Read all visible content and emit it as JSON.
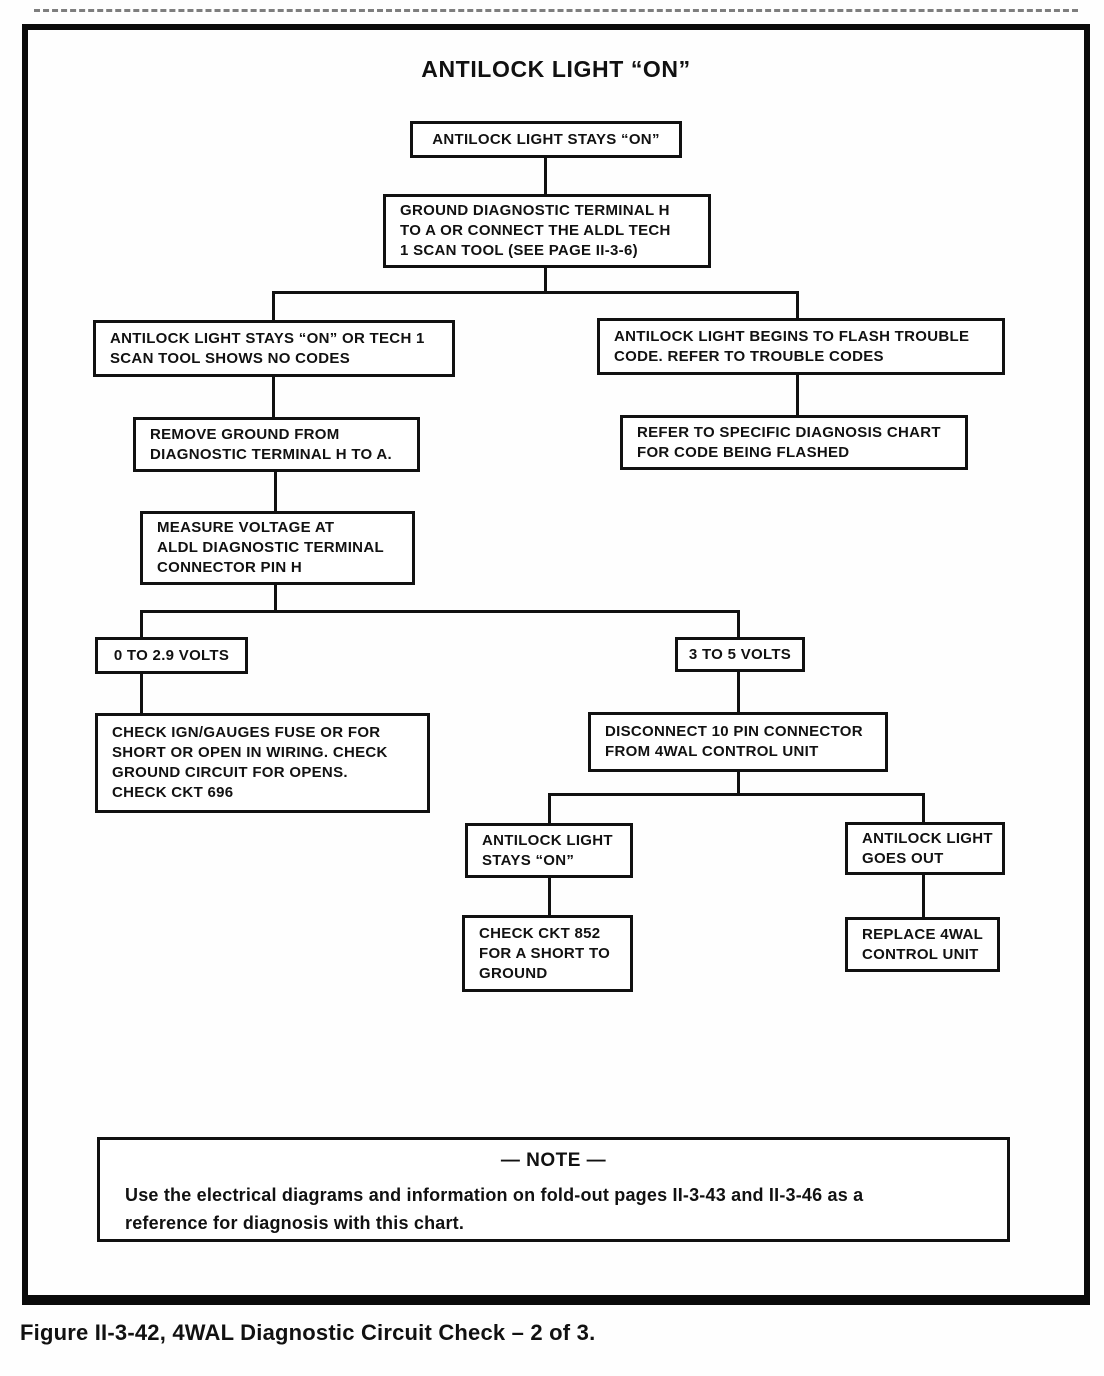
{
  "flow": {
    "title": "ANTILOCK LIGHT “ON”",
    "boxes": {
      "stays_on": "ANTILOCK LIGHT STAYS “ON”",
      "ground_terminal": "GROUND DIAGNOSTIC TERMINAL H\nTO A OR CONNECT THE ALDL TECH\n1 SCAN TOOL (SEE PAGE II-3-6)",
      "no_codes": "ANTILOCK LIGHT STAYS “ON” OR TECH 1\nSCAN TOOL SHOWS NO CODES",
      "flash_code": "ANTILOCK LIGHT BEGINS TO FLASH TROUBLE\nCODE.  REFER TO TROUBLE CODES",
      "remove_ground": "REMOVE GROUND FROM\nDIAGNOSTIC TERMINAL H TO A.",
      "refer_chart": "REFER TO SPECIFIC DIAGNOSIS CHART\nFOR CODE BEING FLASHED",
      "measure_voltage": "MEASURE VOLTAGE AT\nALDL DIAGNOSTIC TERMINAL\nCONNECTOR PIN H",
      "volts_low": "0 TO 2.9 VOLTS",
      "volts_high": "3 TO 5 VOLTS",
      "check_fuse": "CHECK IGN/GAUGES FUSE OR FOR\nSHORT OR OPEN IN WIRING.  CHECK\nGROUND CIRCUIT FOR OPENS.\nCHECK CKT 696",
      "disconnect": "DISCONNECT 10 PIN CONNECTOR\nFROM 4WAL CONTROL UNIT",
      "light_stays_on": "ANTILOCK LIGHT\nSTAYS “ON”",
      "light_goes_out": "ANTILOCK LIGHT\nGOES OUT",
      "check_ckt_852": "CHECK CKT 852\nFOR A SHORT TO\nGROUND",
      "replace_unit": "REPLACE 4WAL\nCONTROL UNIT"
    },
    "edges": [
      {
        "from": "stays_on",
        "to": "ground_terminal"
      },
      {
        "from": "ground_terminal",
        "to": "no_codes"
      },
      {
        "from": "ground_terminal",
        "to": "flash_code"
      },
      {
        "from": "no_codes",
        "to": "remove_ground"
      },
      {
        "from": "flash_code",
        "to": "refer_chart"
      },
      {
        "from": "remove_ground",
        "to": "measure_voltage"
      },
      {
        "from": "measure_voltage",
        "to": "volts_low"
      },
      {
        "from": "measure_voltage",
        "to": "volts_high"
      },
      {
        "from": "volts_low",
        "to": "check_fuse"
      },
      {
        "from": "volts_high",
        "to": "disconnect"
      },
      {
        "from": "disconnect",
        "to": "light_stays_on"
      },
      {
        "from": "disconnect",
        "to": "light_goes_out"
      },
      {
        "from": "light_stays_on",
        "to": "check_ckt_852"
      },
      {
        "from": "light_goes_out",
        "to": "replace_unit"
      }
    ],
    "note": {
      "title": "— NOTE —",
      "body": "Use the electrical diagrams and information on fold-out pages II-3-43 and II-3-46 as a\nreference for diagnosis with this chart."
    },
    "caption": "Figure II-3-42, 4WAL Diagnostic Circuit Check – 2 of 3."
  },
  "colors": {
    "ink": "#111111",
    "paper": "#fefefe"
  }
}
